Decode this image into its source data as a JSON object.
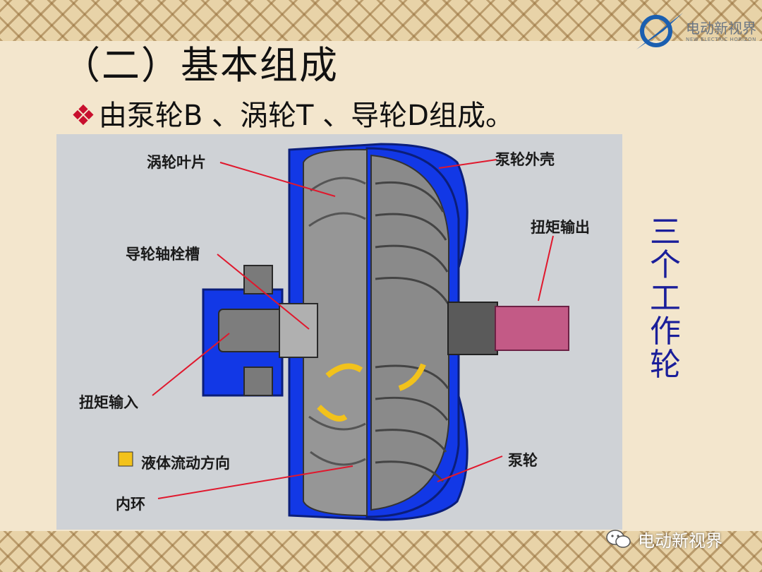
{
  "slide": {
    "title": "（二）基本组成",
    "bullet_icon": "❖",
    "bullet_text": "由泵轮B 、涡轮T 、导轮D组成。",
    "side_text": [
      "三",
      "个",
      "工",
      "作",
      "轮"
    ],
    "brand_name": "电动新视界",
    "brand_sub": "NEW ELECTRIC HORIZON",
    "watermark": "电动新视界"
  },
  "diagram": {
    "labels": {
      "turbine_blade": "涡轮叶片",
      "pump_housing": "泵轮外壳",
      "torque_output": "扭矩输出",
      "stator_spline": "导轮轴栓槽",
      "torque_input": "扭矩输入",
      "legend_flow": "液体流动方向",
      "pump": "泵轮",
      "inner_ring": "内环"
    }
  },
  "colors": {
    "title_text": "#111111",
    "bullet_icon": "#c8102e",
    "side_text": "#1a1e9a",
    "fluid_blue": "#1238e6",
    "metal_gray": "#8a8a8a",
    "flow_yellow": "#f2c21b",
    "leader_line": "#e0182d",
    "output_shaft": "#c35a86"
  }
}
